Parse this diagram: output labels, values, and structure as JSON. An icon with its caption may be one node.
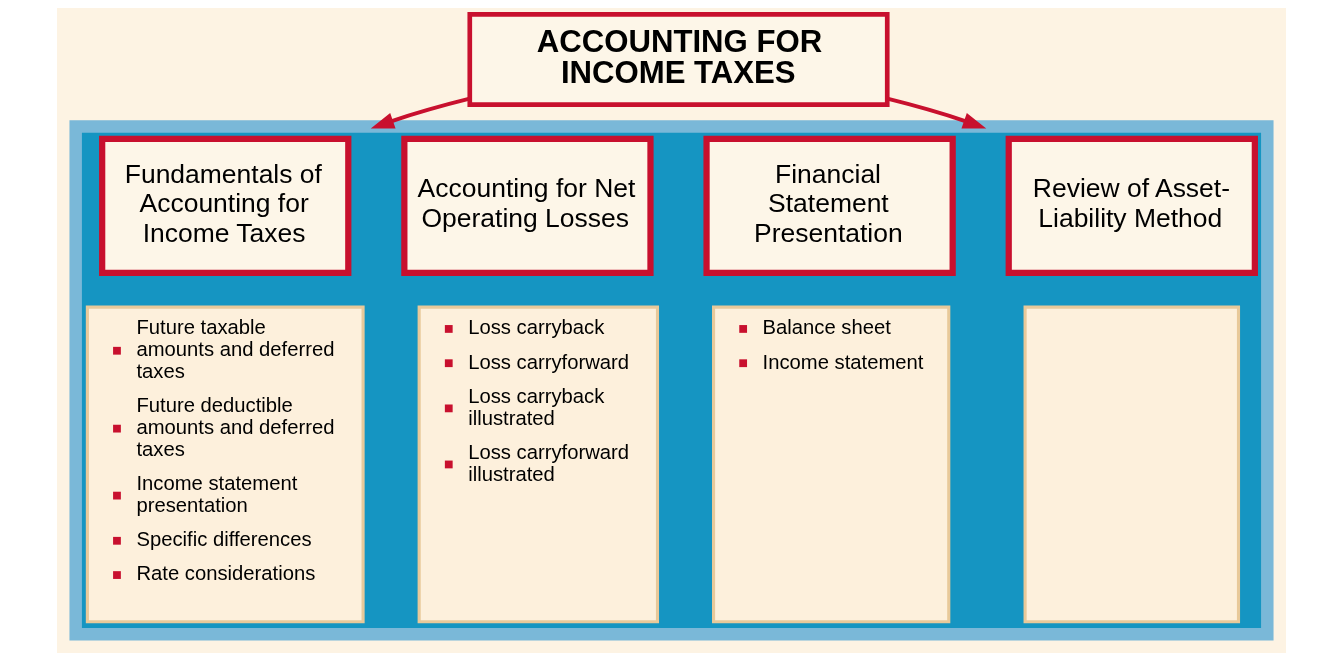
{
  "diagram": {
    "nodes": [
      {
        "text": [
          "ACCOUNTING FOR INCOME TAXES"
        ]
      },
      {
        "text": [],
        "shape": "box"
      },
      {
        "text": [
          "Fundamentals of Accounting for Income Taxes"
        ],
        "in": 1
      },
      {
        "text": [
          "Future taxable amounts and deferred taxes",
          "Future deductible amounts and deferred taxes",
          "Income statement presentation",
          "Specific differences",
          "Rate considerations"
        ],
        "in": 1
      },
      {
        "text": [
          "Accounting for Net Operating Losses"
        ],
        "in": 1
      },
      {
        "text": [
          "Loss carryback",
          "Loss carryforward",
          "Loss carryback illustrated",
          "Loss carryforward illustrated"
        ],
        "in": 1
      },
      {
        "text": [
          "Financial Statement Presentation"
        ],
        "in": 1
      },
      {
        "text": [
          "Balance sheet",
          "Income statement"
        ],
        "in": 1
      },
      {
        "text": [
          "Review of Asset-Liability Method"
        ],
        "in": 1
      },
      {
        "text": [],
        "shape": "box",
        "in": 1
      }
    ],
    "edges": [
      {
        "from": 0,
        "to": 1,
        "arrow": "to"
      },
      {
        "from": 0,
        "to": 1,
        "arrow": "to"
      }
    ]
  }
}
